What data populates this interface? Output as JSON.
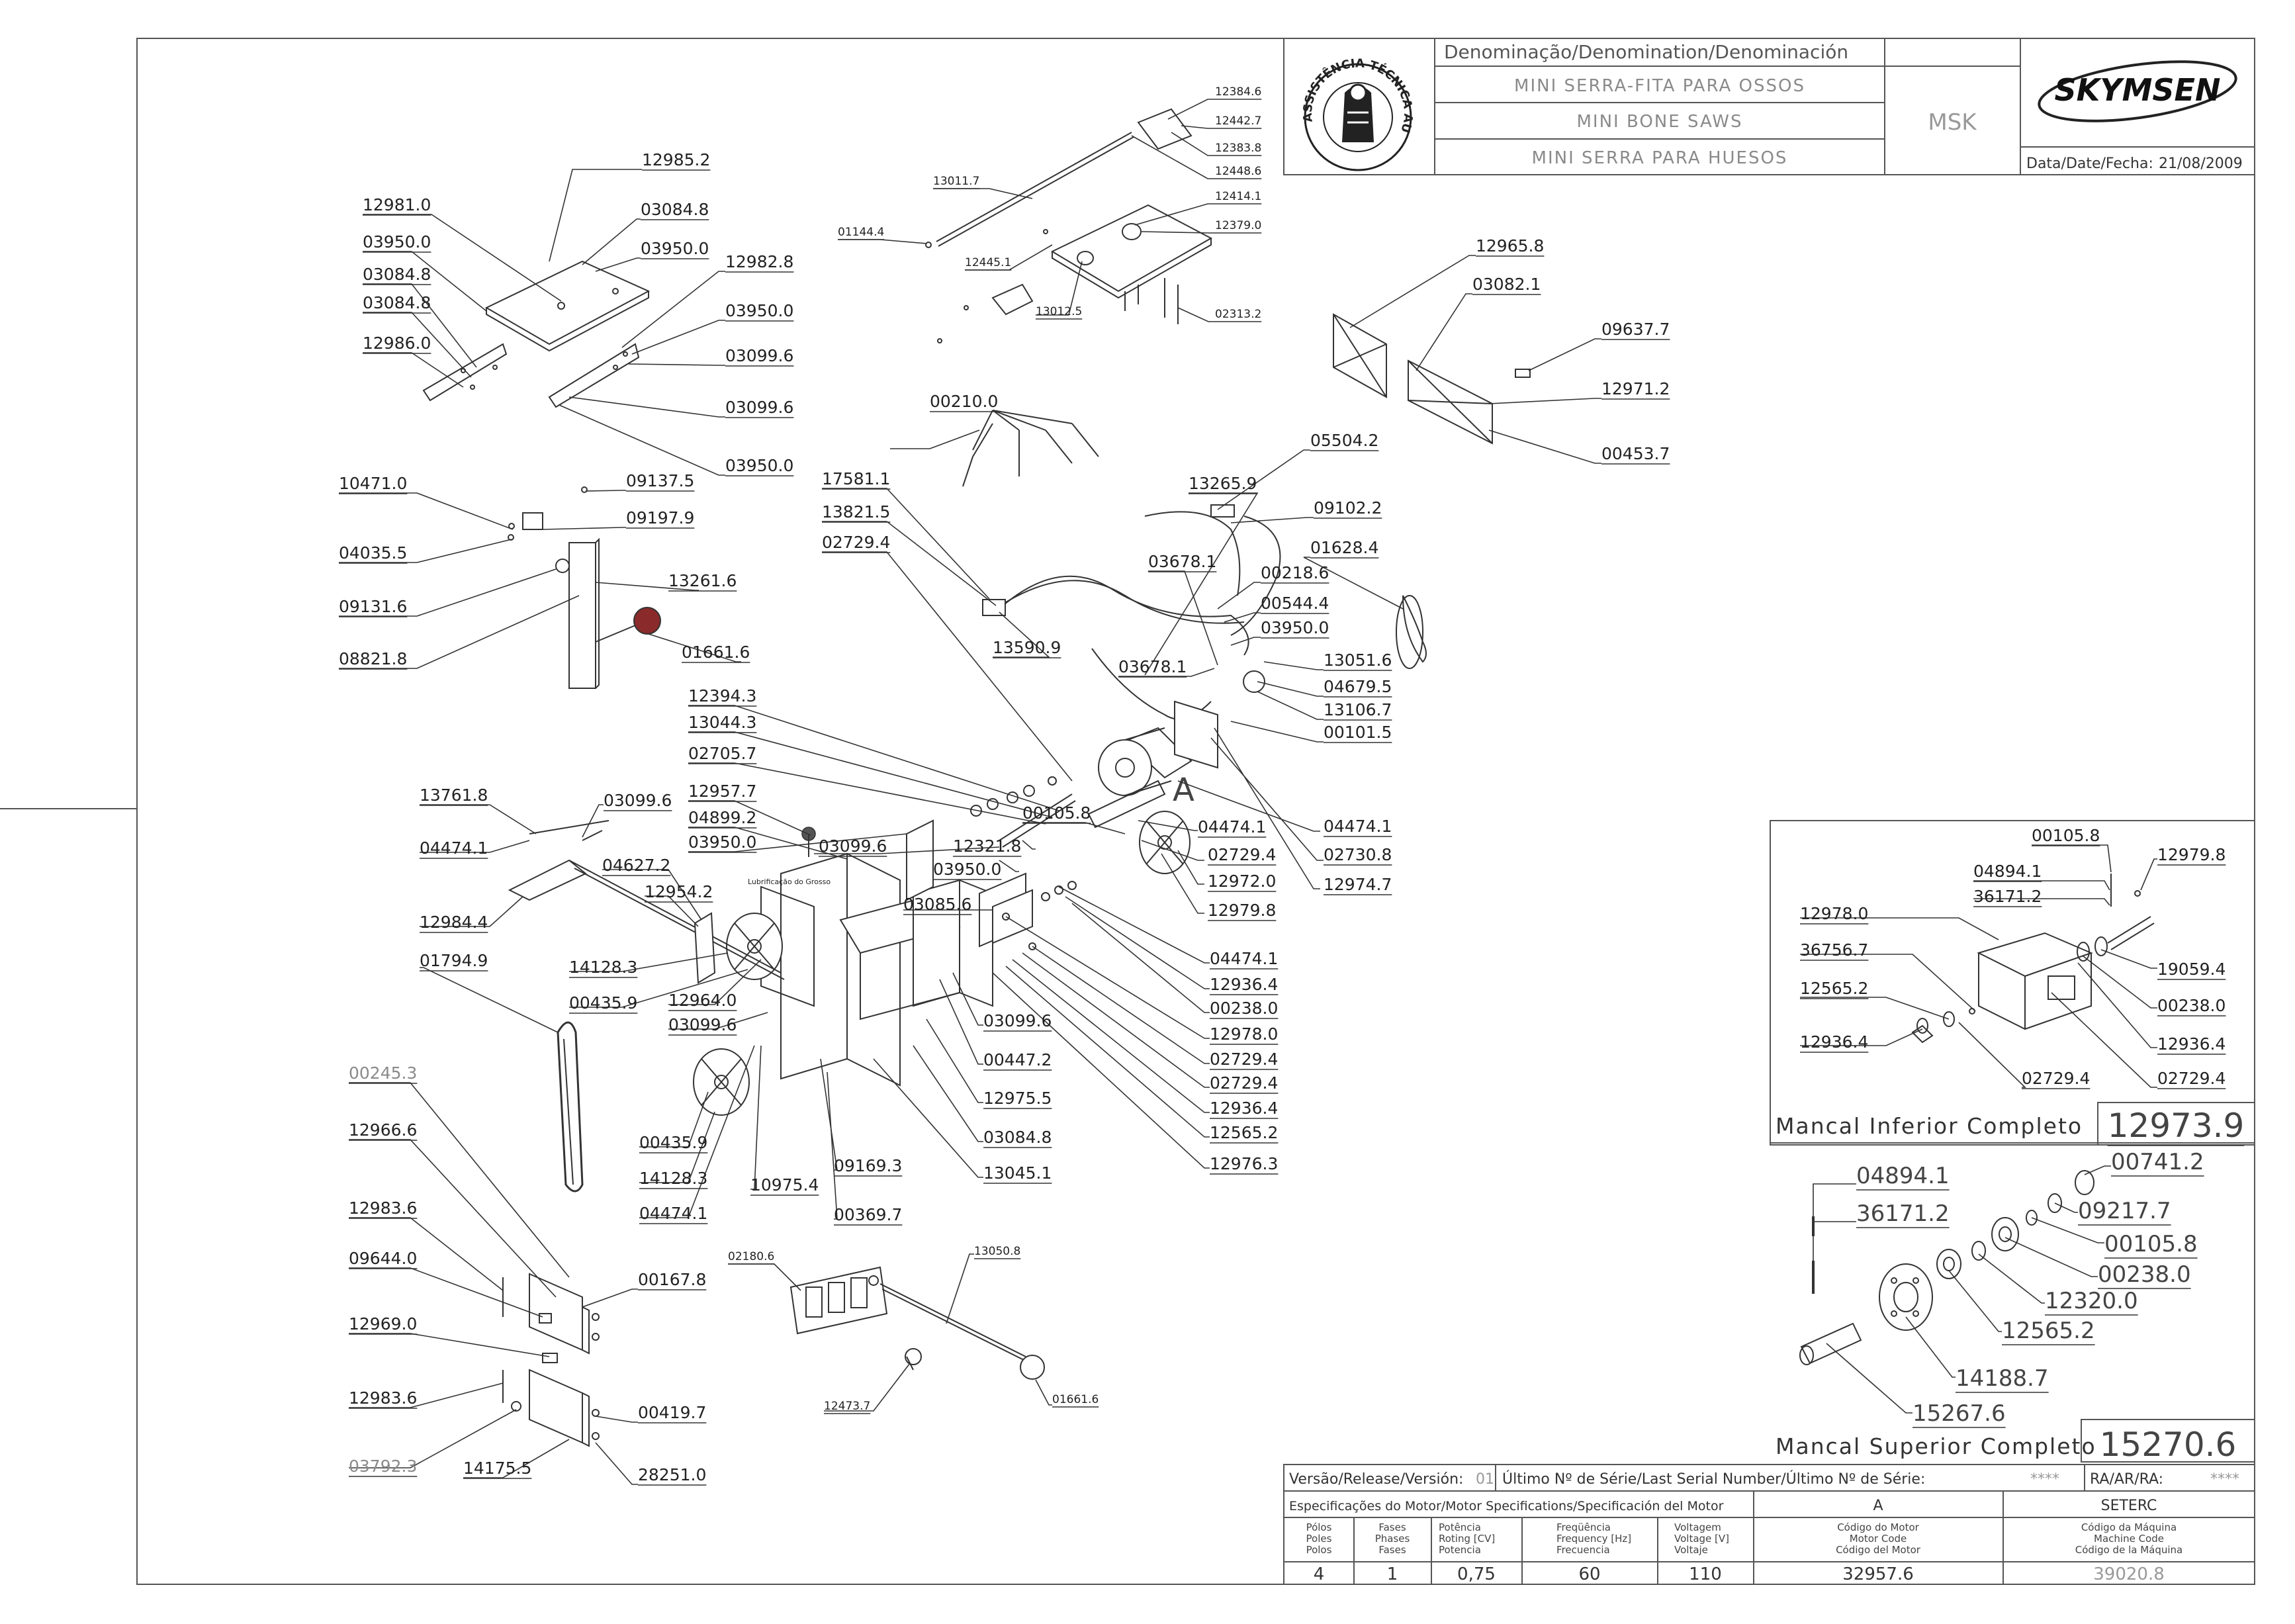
{
  "header": {
    "denomination_label": "Denominação/Denomination/Denominación",
    "name_pt": "MINI SERRA-FITA PARA OSSOS",
    "name_en": "MINI BONE SAWS",
    "name_es": "MINI SERRA PARA HUESOS",
    "model": "MSK",
    "brand": "SKYMSEN",
    "date_label": "Data/Date/Fecha:",
    "date_value": "21/08/2009",
    "seal_text": "ASSISTÊNCIA TÉCNICA AUTORIZADA"
  },
  "parts": {
    "p12985_2": "12985.2",
    "p12981_0": "12981.0",
    "p03084_8a": "03084.8",
    "p03950_0a": "03950.0",
    "p03950_0b": "03950.0",
    "p03084_8b": "03084.8",
    "p12982_8": "12982.8",
    "p03084_8c": "03084.8",
    "p03950_0c": "03950.0",
    "p12986_0": "12986.0",
    "p03099_6a": "03099.6",
    "p03099_6b": "03099.6",
    "p03950_0d": "03950.0",
    "p10471_0": "10471.0",
    "p09137_5": "09137.5",
    "p09197_9": "09197.9",
    "p04035_5": "04035.5",
    "p09131_6": "09131.6",
    "p13261_6": "13261.6",
    "p01661_6a": "01661.6",
    "p08821_8": "08821.8",
    "p12384_6": "12384.6",
    "p12442_7": "12442.7",
    "p12383_8": "12383.8",
    "p12448_6": "12448.6",
    "p13011_7": "13011.7",
    "p12414_1": "12414.1",
    "p12379_0": "12379.0",
    "p01144_4": "01144.4",
    "p12445_1": "12445.1",
    "p13012_5": "13012.5",
    "p02313_2": "02313.2",
    "p12965_8": "12965.8",
    "p03082_1": "03082.1",
    "p09637_7": "09637.7",
    "p12971_2": "12971.2",
    "p00453_7": "00453.7",
    "p00210_0": "00210.0",
    "p17581_1": "17581.1",
    "p13821_5": "13821.5",
    "p02729_4a": "02729.4",
    "p13265_9": "13265.9",
    "p05504_2": "05504.2",
    "p09102_2": "09102.2",
    "p03678_1a": "03678.1",
    "p01628_4": "01628.4",
    "p00218_6": "00218.6",
    "p00544_4": "00544.4",
    "p03950_0e": "03950.0",
    "p13590_9": "13590.9",
    "p03678_1b": "03678.1",
    "p13051_6": "13051.6",
    "p04679_5": "04679.5",
    "p13106_7": "13106.7",
    "p00101_5": "00101.5",
    "motor_letter": "A",
    "p12394_3": "12394.3",
    "p13044_3": "13044.3",
    "p02705_7": "02705.7",
    "p12957_7": "12957.7",
    "p04899_2": "04899.2",
    "p03950_0f": "03950.0",
    "p03099_6c": "03099.6",
    "p12321_8": "12321.8",
    "p03950_0g": "03950.0",
    "p00105_8a": "00105.8",
    "p04474_1a": "04474.1",
    "p02729_4b": "02729.4",
    "p12972_0": "12972.0",
    "p04474_1b": "04474.1",
    "p02730_8": "02730.8",
    "p12974_7": "12974.7",
    "p12979_8a": "12979.8",
    "p03085_6": "03085.6",
    "p13761_8": "13761.8",
    "p03099_6d": "03099.6",
    "p04474_1c": "04474.1",
    "p04627_2": "04627.2",
    "p12954_2": "12954.2",
    "p12984_4": "12984.4",
    "p01794_9": "01794.9",
    "p14128_3a": "14128.3",
    "p00435_9a": "00435.9",
    "p12964_0": "12964.0",
    "p03099_6e": "03099.6",
    "p04474_1d": "04474.1",
    "p12936_4a": "12936.4",
    "p00238_0a": "00238.0",
    "p12978_0a": "12978.0",
    "p02729_4c": "02729.4",
    "p02729_4d": "02729.4",
    "p12936_4b": "12936.4",
    "p12565_2a": "12565.2",
    "p12976_3": "12976.3",
    "p03099_6f": "03099.6",
    "p00447_2": "00447.2",
    "p12975_5": "12975.5",
    "p03084_8d": "03084.8",
    "p13045_1": "13045.1",
    "p00245_3": "00245.3",
    "p12966_6": "12966.6",
    "p00435_9b": "00435.9",
    "p14128_3b": "14128.3",
    "p04474_1e": "04474.1",
    "p10975_4": "10975.4",
    "p09169_3": "09169.3",
    "p00369_7": "00369.7",
    "p12983_6a": "12983.6",
    "p09644_0": "09644.0",
    "p00167_8": "00167.8",
    "p12969_0": "12969.0",
    "p12983_6b": "12983.6",
    "p00419_7": "00419.7",
    "p03792_3": "03792.3",
    "p14175_5": "14175.5",
    "p28251_0": "28251.0",
    "p02180_6": "02180.6",
    "p13050_8": "13050.8",
    "p12473_7": "12473.7",
    "p01661_6b": "01661.6",
    "sticker_text": "Lubrificação do Grosso"
  },
  "lower_bearing": {
    "title": "Mancal Inferior Completo",
    "code": "12973.9",
    "labels": {
      "b00105_8": "00105.8",
      "b12979_8": "12979.8",
      "b04894_1": "04894.1",
      "b36171_2": "36171.2",
      "b12978_0": "12978.0",
      "b36756_7": "36756.7",
      "b19059_4": "19059.4",
      "b12565_2": "12565.2",
      "b00238_0": "00238.0",
      "b12936_4a": "12936.4",
      "b12936_4b": "12936.4",
      "b02729_4a": "02729.4",
      "b02729_4b": "02729.4"
    }
  },
  "upper_bearing": {
    "title": "Mancal Superior Completo",
    "code": "15270.6",
    "labels": {
      "u00741_2": "00741.2",
      "u04894_1": "04894.1",
      "u09217_7": "09217.7",
      "u36171_2": "36171.2",
      "u00105_8": "00105.8",
      "u00238_0": "00238.0",
      "u12320_0": "12320.0",
      "u12565_2": "12565.2",
      "u14188_7": "14188.7",
      "u15267_6": "15267.6"
    }
  },
  "title_block": {
    "version_label": "Versão/Release/Versión:",
    "version_value": "01",
    "serial_label": "Último Nº de Série/Last Serial Number/Último Nº de Série:",
    "serial_value": "****",
    "ra_label": "RA/AR/RA:",
    "ra_value": "****",
    "motor_spec_label": "Especificações do Motor/Motor Specifications/Specificación del Motor",
    "motor_letter": "A",
    "manufacturer": "SETERC",
    "columns": [
      {
        "pt": "Pólos",
        "en": "Poles",
        "es": "Polos",
        "value": "4"
      },
      {
        "pt": "Fases",
        "en": "Phases",
        "es": "Fases",
        "value": "1"
      },
      {
        "pt": "Potência",
        "en": "Roting [CV]",
        "es": "Potencia",
        "value": "0,75"
      },
      {
        "pt": "Freqüência",
        "en": "Frequency [Hz]",
        "es": "Frecuencia",
        "value": "60"
      },
      {
        "pt": "Voltagem",
        "en": "Voltage [V]",
        "es": "Voltaje",
        "value": "110"
      },
      {
        "pt": "Código do Motor",
        "en": "Motor Code",
        "es": "Código del Motor",
        "value": "32957.6"
      },
      {
        "pt": "Código da Máquina",
        "en": "Machine Code",
        "es": "Código de la Máquina",
        "value": "39020.8"
      }
    ]
  }
}
